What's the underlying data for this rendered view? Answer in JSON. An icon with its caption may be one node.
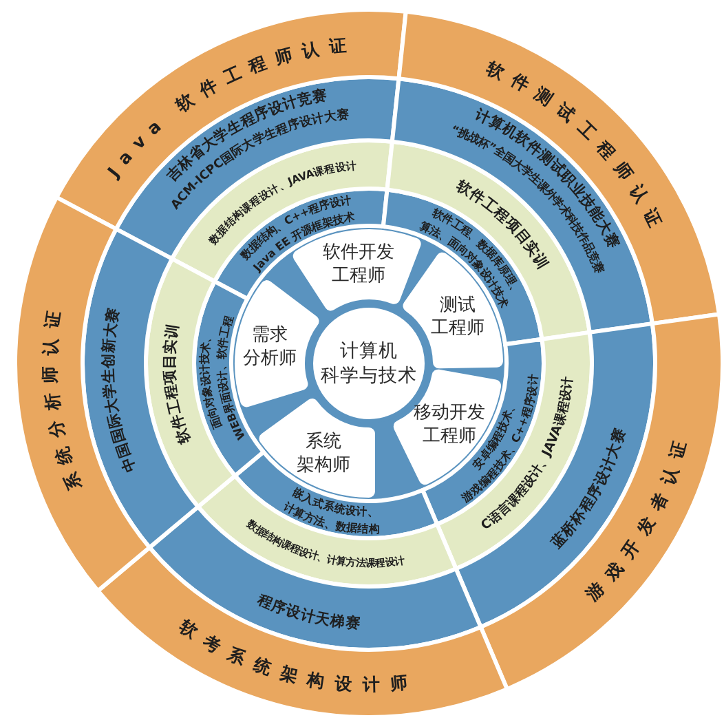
{
  "diagram": {
    "nodes": [
      {
        "text": [
          "计算机科学与技术"
        ]
      },
      {
        "text": [
          "软件开发工程师"
        ]
      },
      {
        "text": [
          "测试工程师"
        ]
      },
      {
        "text": [
          "移动开发工程师"
        ]
      },
      {
        "text": [
          "系统架构师"
        ]
      },
      {
        "text": [
          "需求分析师"
        ]
      },
      {
        "text": [
          "数据结构、C++程序设计",
          "Java EE 开源框架技术"
        ]
      },
      {
        "text": [
          "软件工程、数据库原理、算法、面向对象设计技术"
        ]
      },
      {
        "text": [
          "安卓编程技术、游戏编程技术、C++程序设计"
        ]
      },
      {
        "text": [
          "嵌入式系统设计、计算方法、数据结构"
        ]
      },
      {
        "text": [
          "面向对象设计技术、WEB界面设计、软件工程"
        ]
      },
      {
        "text": [
          "数据结构课程设计、JAVA课程设计"
        ]
      },
      {
        "text": [
          "软件工程项目实训"
        ]
      },
      {
        "text": [
          "C语言课程设计、JAVA课程设计"
        ]
      },
      {
        "text": [
          "数据结构课程设计、计算方法课程设计"
        ]
      },
      {
        "text": [
          "软件工程项目实训"
        ]
      },
      {
        "text": [
          "吉林省大学生程序设计竞赛",
          "ACM-ICPC国际大学生程序设计大赛"
        ]
      },
      {
        "text": [
          "计算机软件测试职业技能大赛",
          "“挑战杯”全国大学生课外学术科技作品竞赛"
        ]
      },
      {
        "text": [
          "蓝桥杯程序设计大赛"
        ]
      },
      {
        "text": [
          "程序设计天梯赛"
        ]
      },
      {
        "text": [
          "中国国际大学生创新大赛"
        ]
      },
      {
        "text": [
          "Java 软件工程师认证"
        ]
      },
      {
        "text": [
          "软件测试工程师认证"
        ]
      },
      {
        "text": [
          "游戏开发者认证"
        ]
      },
      {
        "text": [
          "软考系统架构设计师"
        ]
      },
      {
        "text": [
          "系统分析师认证"
        ]
      }
    ]
  }
}
